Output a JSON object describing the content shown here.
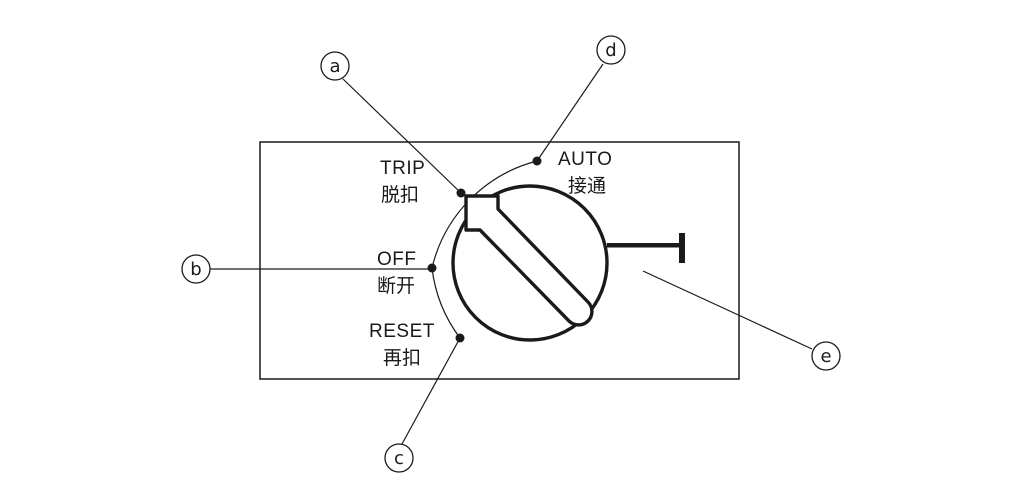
{
  "diagram": {
    "positions": {
      "trip": {
        "en": "TRIP",
        "cn": "脱扣"
      },
      "auto": {
        "en": "AUTO",
        "cn": "接通"
      },
      "off": {
        "en": "OFF",
        "cn": "断开"
      },
      "reset": {
        "en": "RESET",
        "cn": "再扣"
      }
    },
    "callouts": {
      "a": "a",
      "b": "b",
      "c": "c",
      "d": "d",
      "e": "e"
    },
    "colors": {
      "ink": "#1a1a1a",
      "background": "#ffffff"
    }
  }
}
